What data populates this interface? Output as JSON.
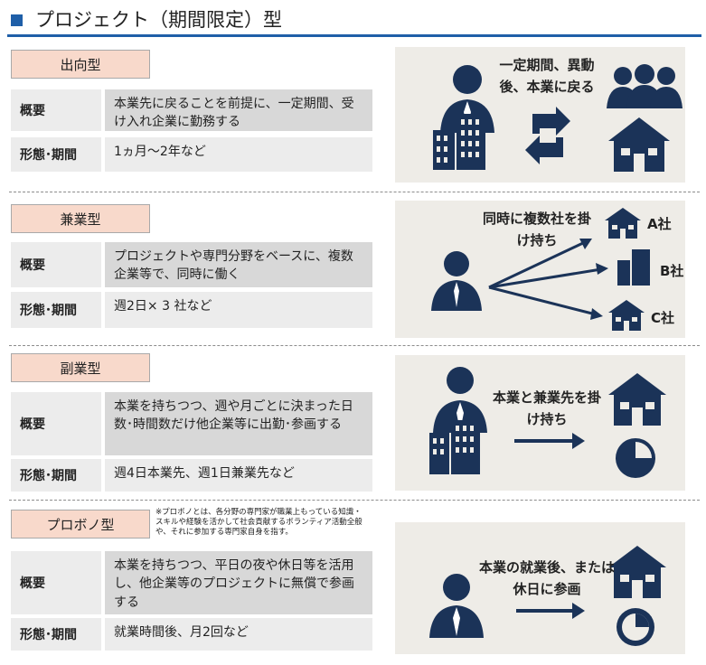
{
  "header": {
    "title": "プロジェクト（期間限定）型"
  },
  "labels": {
    "overview": "概要",
    "term": "形態･期間"
  },
  "types": [
    {
      "name": "出向型",
      "overview": "本業先に戻ることを前提に、一定期間、受け入れ企業に勤務する",
      "term": "1ヵ月～2年など",
      "diagram_text": "一定期間、異動後、本業に戻る"
    },
    {
      "name": "兼業型",
      "overview": "プロジェクトや専門分野をベースに、複数企業等で、同時に働く",
      "term": "週2日× 3 社など",
      "diagram_text": "同時に複数社を掛け持ち",
      "companies": [
        "A社",
        "B社",
        "C社"
      ]
    },
    {
      "name": "副業型",
      "overview": "本業を持ちつつ、週や月ごとに決まった日数･時間数だけ他企業等に出勤･参画する",
      "term": "週4日本業先、週1日兼業先など",
      "diagram_text": "本業と兼業先を掛け持ち"
    },
    {
      "name": "プロボノ型",
      "note": "※プロボノとは、各分野の専門家が職業上もっている知識・スキルや経験を活かして社会貢献するボランティア活動全般や、それに参加する専門家自身を指す。",
      "overview": "本業を持ちつつ、平日の夜や休日等を活用し、他企業等のプロジェクトに無償で参画する",
      "term": "就業時間後、月2回など",
      "diagram_text": "本業の就業後、または休日に参画"
    }
  ],
  "colors": {
    "navy": "#1b3358",
    "accent_blue": "#1f5fa8",
    "category_fill": "#f8d9cb",
    "panel_bg": "#eeece7"
  }
}
